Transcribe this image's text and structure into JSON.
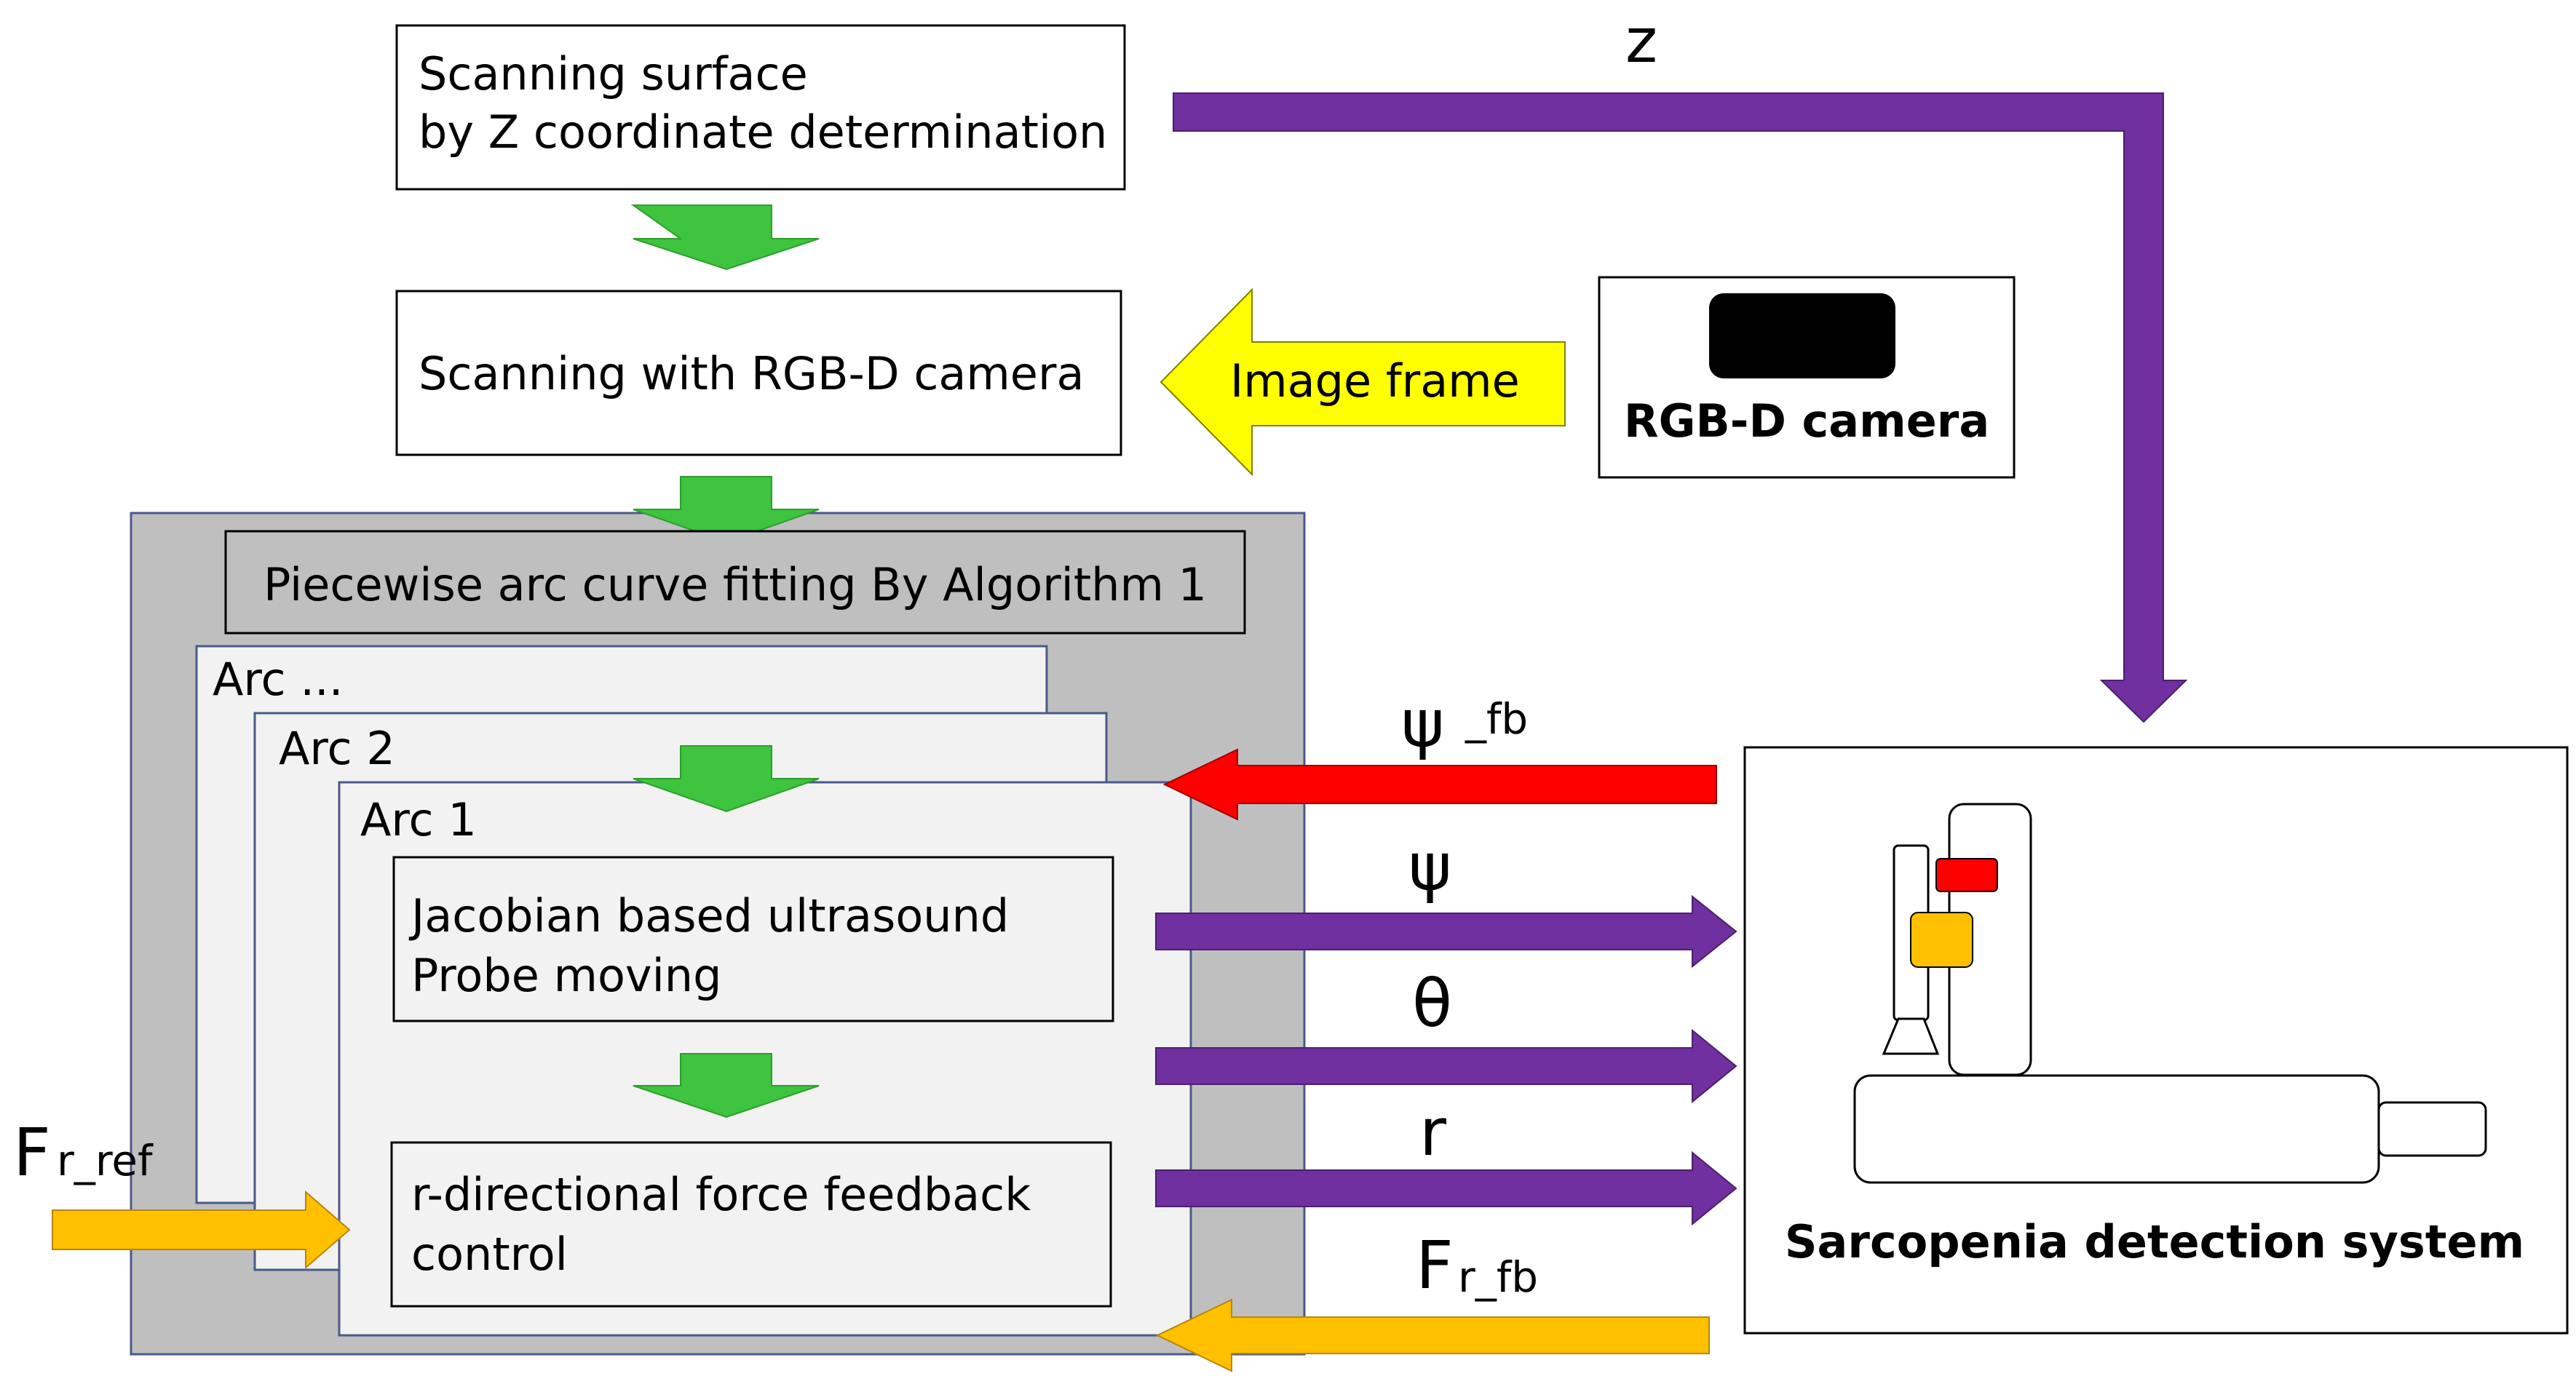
{
  "boxes": {
    "scan_surface_l1": "Scanning surface",
    "scan_surface_l2": "by Z coordinate determination",
    "scan_rgbd": "Scanning with RGB-D camera",
    "piecewise": "Piecewise arc curve fitting By Algorithm 1",
    "arc_more": "Arc ...",
    "arc2": "Arc 2",
    "arc1": "Arc 1",
    "jacobian_l1": "Jacobian based ultrasound",
    "jacobian_l2": "Probe moving",
    "force_l1": "r-directional force feedback",
    "force_l2": "control"
  },
  "labels": {
    "image_frame": "Image frame",
    "camera": "RGB-D camera",
    "system": "Sarcopenia detection system",
    "z": "z",
    "psi_fb": "ψ",
    "psi_fb_sub": "_fb",
    "psi": "ψ",
    "theta": "θ",
    "r": "r",
    "fr_fb": "F",
    "fr_fb_sub": "r_fb",
    "fr_ref": "F",
    "fr_ref_sub": "r_ref"
  },
  "colors": {
    "purple": "#7030A0",
    "green": "#3EC43E",
    "yellow": "#FFFF00",
    "red": "#FF0000",
    "orange": "#FFC000",
    "gray_panel": "#BFBFBF",
    "arc_card": "#F2F2F2"
  }
}
